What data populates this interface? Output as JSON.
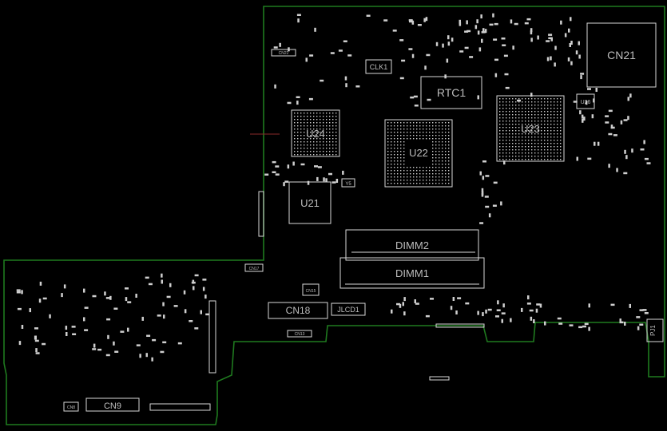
{
  "components": {
    "cn21": "CN21",
    "rtc1": "RTC1",
    "clk1": "CLK1",
    "u24": "U24",
    "u22": "U22",
    "u23": "U23",
    "u21": "U21",
    "u26": "U26",
    "y5": "Y5",
    "dimm2": "DIMM2",
    "dimm1": "DIMM1",
    "cn18": "CN18",
    "jlcd1": "JLCD1",
    "cn9": "CN9",
    "pj1": "PJ1",
    "cn8": "CN8",
    "cn17": "CN17",
    "cn15": "CN15",
    "cn13": "CN13",
    "cn22": "CN22"
  },
  "colors": {
    "board_outline": "#1f7a1f",
    "silkscreen": "#d8d8d8",
    "background": "#000000"
  }
}
